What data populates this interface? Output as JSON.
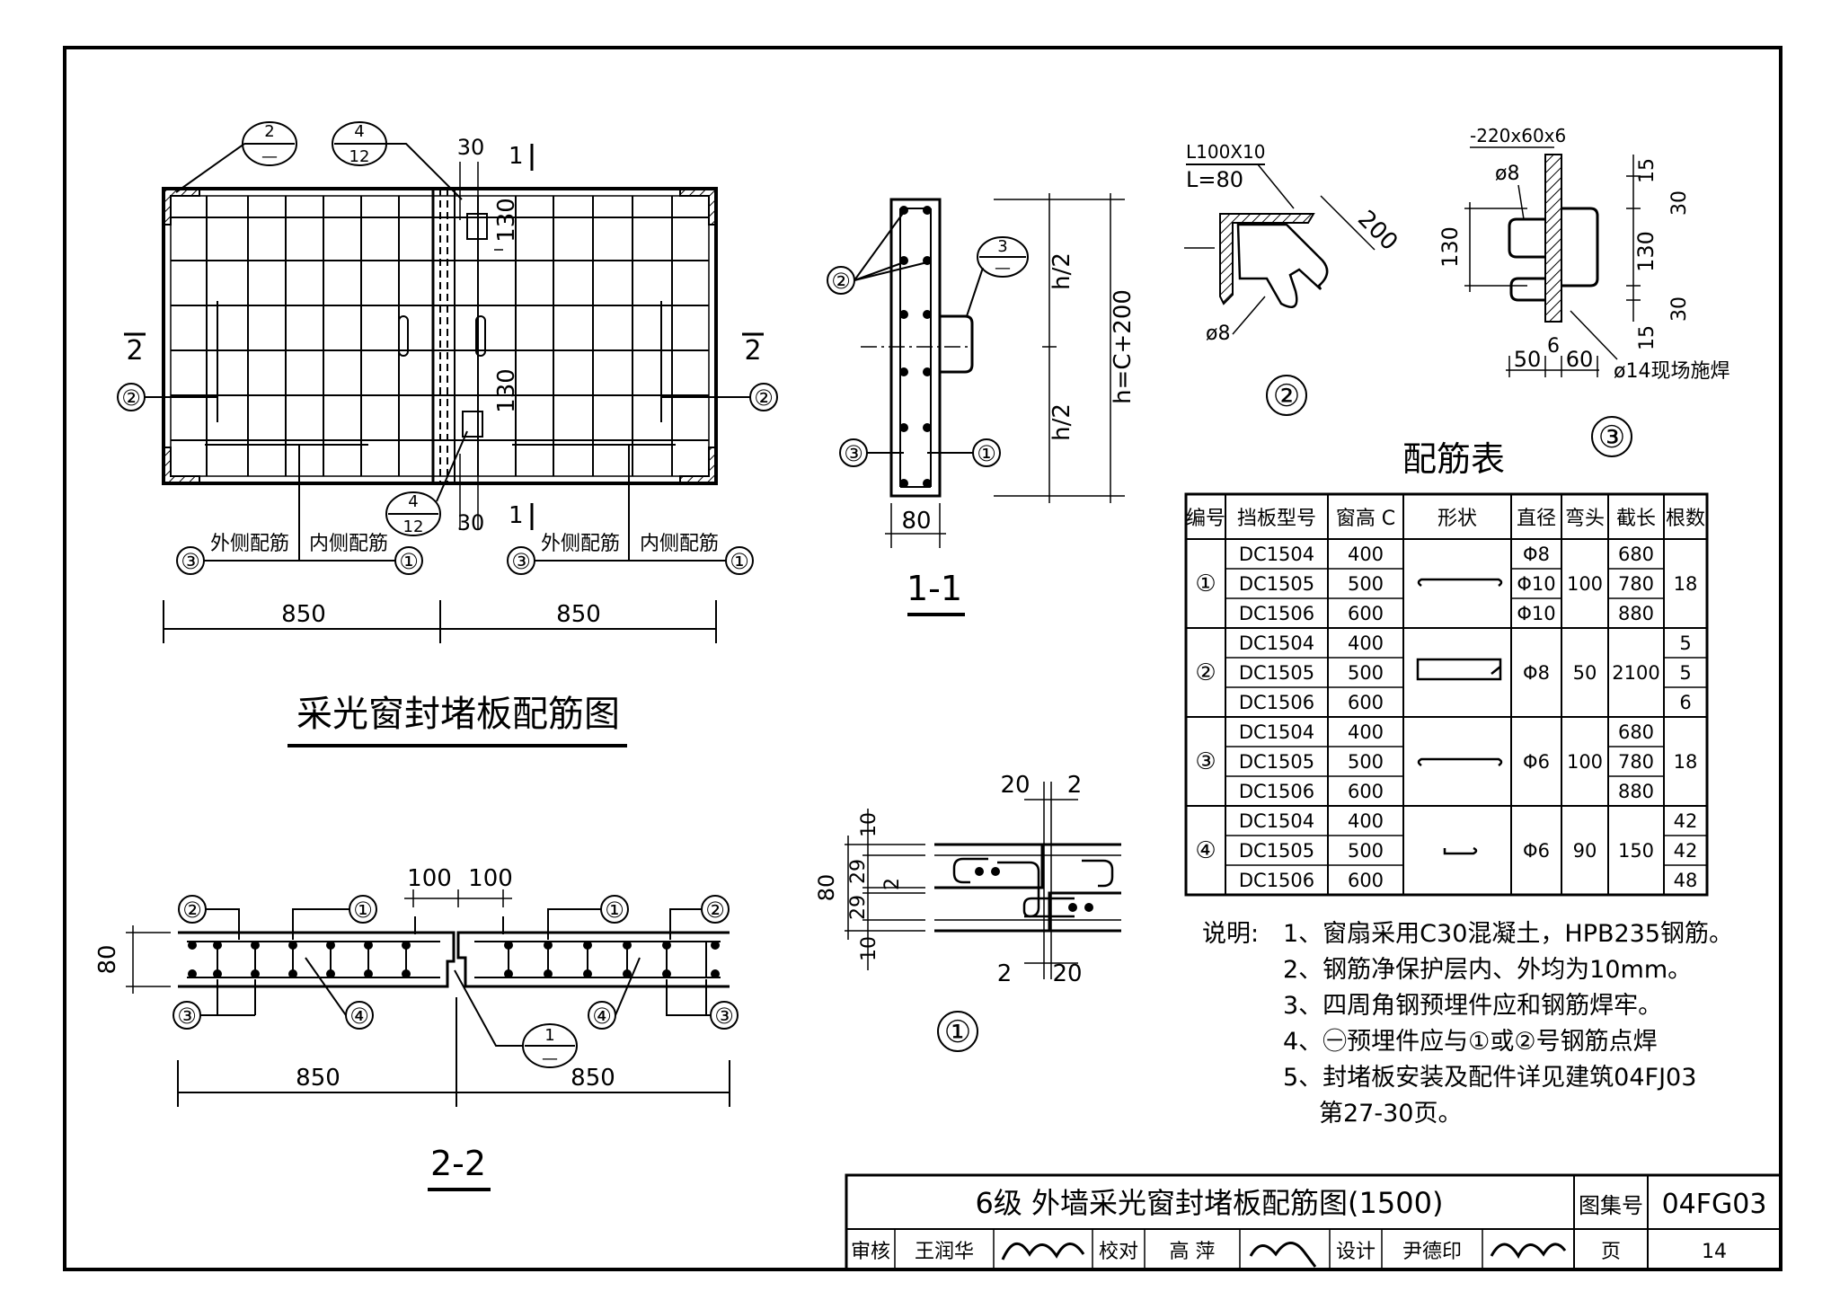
{
  "plan": {
    "title": "采光窗封堵板配筋图",
    "callout_top_left": {
      "num": "2",
      "den": "—"
    },
    "callout_top_mid": {
      "num": "4",
      "den": "12"
    },
    "callout_bottom_mid": {
      "num": "4",
      "den": "12"
    },
    "dim_30_top": "30",
    "dim_30_bottom": "30",
    "dim_130_top": "130",
    "dim_130_mid": "130",
    "section_1_top": "1",
    "section_1_bottom": "1",
    "section_2_left": "2",
    "section_2_right": "2",
    "bar_2": "②",
    "bar_1": "①",
    "bar_3": "③",
    "outer_rebar": "外侧配筋",
    "inner_rebar": "内侧配筋",
    "dim_left": "850",
    "dim_right": "850"
  },
  "section11": {
    "title": "1-1",
    "callout": {
      "num": "3",
      "den": "—"
    },
    "dim_h2_top": "h/2",
    "dim_h2_bottom": "h/2",
    "dim_h": "h=C+200",
    "dim_80": "80",
    "bar_2": "②",
    "bar_3": "③",
    "bar_1": "①"
  },
  "detail2": {
    "angle": "L100X10",
    "length": "L=80",
    "dim_200": "200",
    "bar": "ø8",
    "label": "②"
  },
  "detail3": {
    "plate": "-220x60x6",
    "bar": "ø8",
    "dim_130": "130",
    "dim_15_top": "15",
    "dim_30_top": "30",
    "dim_130_r": "130",
    "dim_15_bot": "15",
    "dim_30_bot": "30",
    "dim_50": "50",
    "dim_6": "6",
    "dim_60": "60",
    "weld": "ø14现场施焊",
    "label": "③"
  },
  "detail1": {
    "dim_20_top": "20",
    "dim_2_top": "2",
    "dim_10_top": "10",
    "dim_29_a": "29",
    "dim_2_mid": "2",
    "dim_80": "80",
    "dim_29_b": "29",
    "dim_10_bot": "10",
    "dim_2_bot": "2",
    "dim_20_bot": "20",
    "label": "①"
  },
  "section22": {
    "title": "2-2",
    "dim_100_a": "100",
    "dim_100_b": "100",
    "dim_80": "80",
    "callout": {
      "num": "1",
      "den": "—"
    },
    "bar_2": "②",
    "bar_1": "①",
    "bar_3": "③",
    "bar_4": "④",
    "dim_left": "850",
    "dim_right": "850"
  },
  "rebar_table": {
    "title": "配筋表",
    "headers": [
      "编号",
      "挡板型号",
      "窗高 C",
      "形状",
      "直径",
      "弯头",
      "截长",
      "根数"
    ],
    "groups": [
      {
        "id": "①",
        "rows": [
          [
            "DC1504",
            "400"
          ],
          [
            "DC1505",
            "500"
          ],
          [
            "DC1506",
            "600"
          ]
        ],
        "dia": [
          "Φ8",
          "Φ10",
          "Φ10"
        ],
        "bend": "100",
        "len": [
          "680",
          "780",
          "880"
        ],
        "count": [
          "18"
        ]
      },
      {
        "id": "②",
        "rows": [
          [
            "DC1504",
            "400"
          ],
          [
            "DC1505",
            "500"
          ],
          [
            "DC1506",
            "600"
          ]
        ],
        "dia": [
          "Φ8"
        ],
        "bend": "50",
        "len": [
          "2100"
        ],
        "count": [
          "5",
          "5",
          "6"
        ]
      },
      {
        "id": "③",
        "rows": [
          [
            "DC1504",
            "400"
          ],
          [
            "DC1505",
            "500"
          ],
          [
            "DC1506",
            "600"
          ]
        ],
        "dia": [
          "Φ6"
        ],
        "bend": "100",
        "len": [
          "680",
          "780",
          "880"
        ],
        "count": [
          "18"
        ]
      },
      {
        "id": "④",
        "rows": [
          [
            "DC1504",
            "400"
          ],
          [
            "DC1505",
            "500"
          ],
          [
            "DC1506",
            "600"
          ]
        ],
        "dia": [
          "Φ6"
        ],
        "bend": "90",
        "len": [
          "150"
        ],
        "count": [
          "42",
          "42",
          "48"
        ]
      }
    ]
  },
  "notes": {
    "prefix": "说明:",
    "items": [
      "1、窗扇采用C30混凝土，HPB235钢筋。",
      "2、钢筋净保护层内、外均为10mm。",
      "3、四周角钢预埋件应和钢筋焊牢。",
      "4、㊀预埋件应与①或②号钢筋点焊",
      "5、封堵板安装及配件详见建筑04FJ03",
      "第27-30页。"
    ]
  },
  "title_block": {
    "title": "6级  外墙采光窗封堵板配筋图(1500)",
    "atlas_label": "图集号",
    "atlas_no": "04FG03",
    "review_label": "审核",
    "reviewer": "王润华",
    "check_label": "校对",
    "checker": "高 萍",
    "design_label": "设计",
    "designer": "尹德印",
    "page_label": "页",
    "page_no": "14"
  }
}
